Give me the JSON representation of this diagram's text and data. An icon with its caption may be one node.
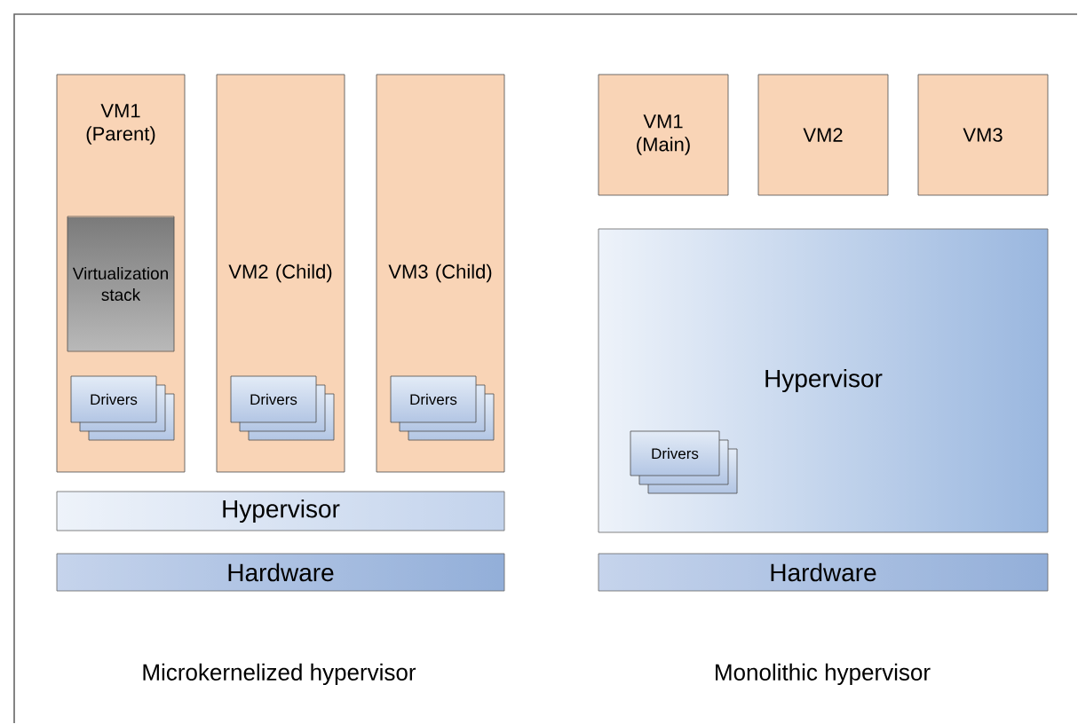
{
  "diagram": {
    "nodes": [
      {
        "text": [
          "VM1 (Parent)"
        ]
      },
      {
        "text": [
          "Virtualization stack"
        ],
        "in": 0
      },
      {
        "text": [
          "Drivers"
        ],
        "in": 0
      },
      {
        "text": [
          "VM2 (Child)"
        ]
      },
      {
        "text": [
          "Drivers"
        ],
        "in": 3
      },
      {
        "text": [
          "VM3 (Child)"
        ]
      },
      {
        "text": [
          "Drivers"
        ],
        "in": 5
      },
      {
        "text": [
          "Hypervisor"
        ]
      },
      {
        "text": [
          "Hardware"
        ]
      },
      {
        "text": [
          "VM1 (Main)"
        ]
      },
      {
        "text": [
          "VM2"
        ]
      },
      {
        "text": [
          "VM3"
        ]
      },
      {
        "text": [
          "Hypervisor"
        ]
      },
      {
        "text": [
          "Drivers"
        ],
        "in": 12
      },
      {
        "text": [
          "Hardware"
        ]
      }
    ],
    "labels": [
      "Microkernelized hypervisor",
      "Monolithic hypervisor"
    ]
  }
}
